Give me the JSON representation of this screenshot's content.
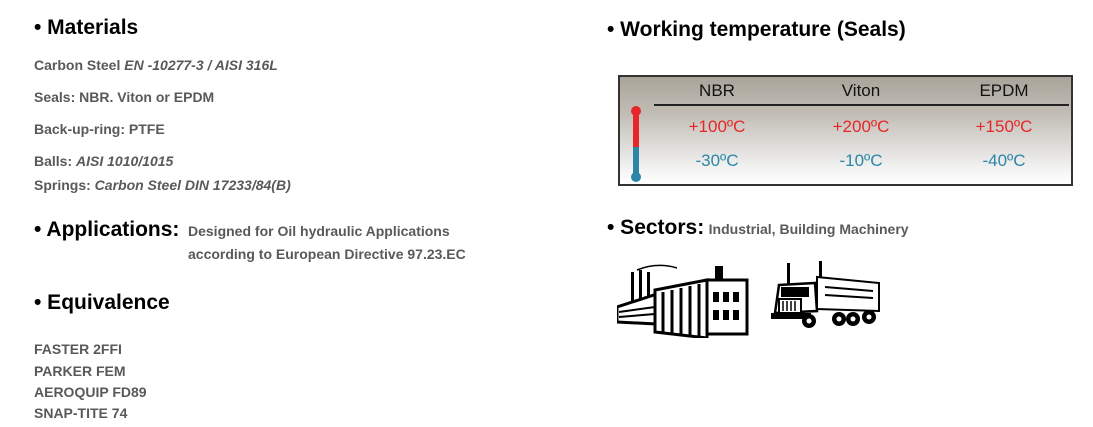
{
  "materials": {
    "heading": "• Materials",
    "carbon_label": "Carbon Steel ",
    "carbon_spec": "EN -10277-3 / AISI 316L",
    "seals": "Seals: NBR. Viton or EPDM",
    "backup": "Back-up-ring: PTFE",
    "balls_label": "Balls: ",
    "balls_spec": "AISI 1010/1015",
    "springs_label": "Springs: ",
    "springs_spec": "Carbon Steel DIN 17233/84(B)"
  },
  "applications": {
    "heading": "• Applications:",
    "line1": "Designed for Oil hydraulic Applications",
    "line2": "according to European Directive 97.23.EC"
  },
  "equivalence": {
    "heading": "• Equivalence",
    "items": [
      "FASTER 2FFI",
      "PARKER FEM",
      "AEROQUIP FD89",
      "SNAP-TITE 74"
    ]
  },
  "temperature": {
    "heading": "• Working temperature (Seals)",
    "columns": [
      {
        "name": "NBR",
        "max": "+100ºC",
        "min": "-30ºC"
      },
      {
        "name": "Viton",
        "max": "+200ºC",
        "min": "-10ºC"
      },
      {
        "name": "EPDM",
        "max": "+150ºC",
        "min": "-40ºC"
      }
    ],
    "colors": {
      "hot": "#e8262a",
      "cold": "#2c86a8"
    }
  },
  "sectors": {
    "heading": "• Sectors:",
    "text": "Industrial, Building Machinery",
    "icons": [
      "factory-icon",
      "truck-icon"
    ]
  }
}
